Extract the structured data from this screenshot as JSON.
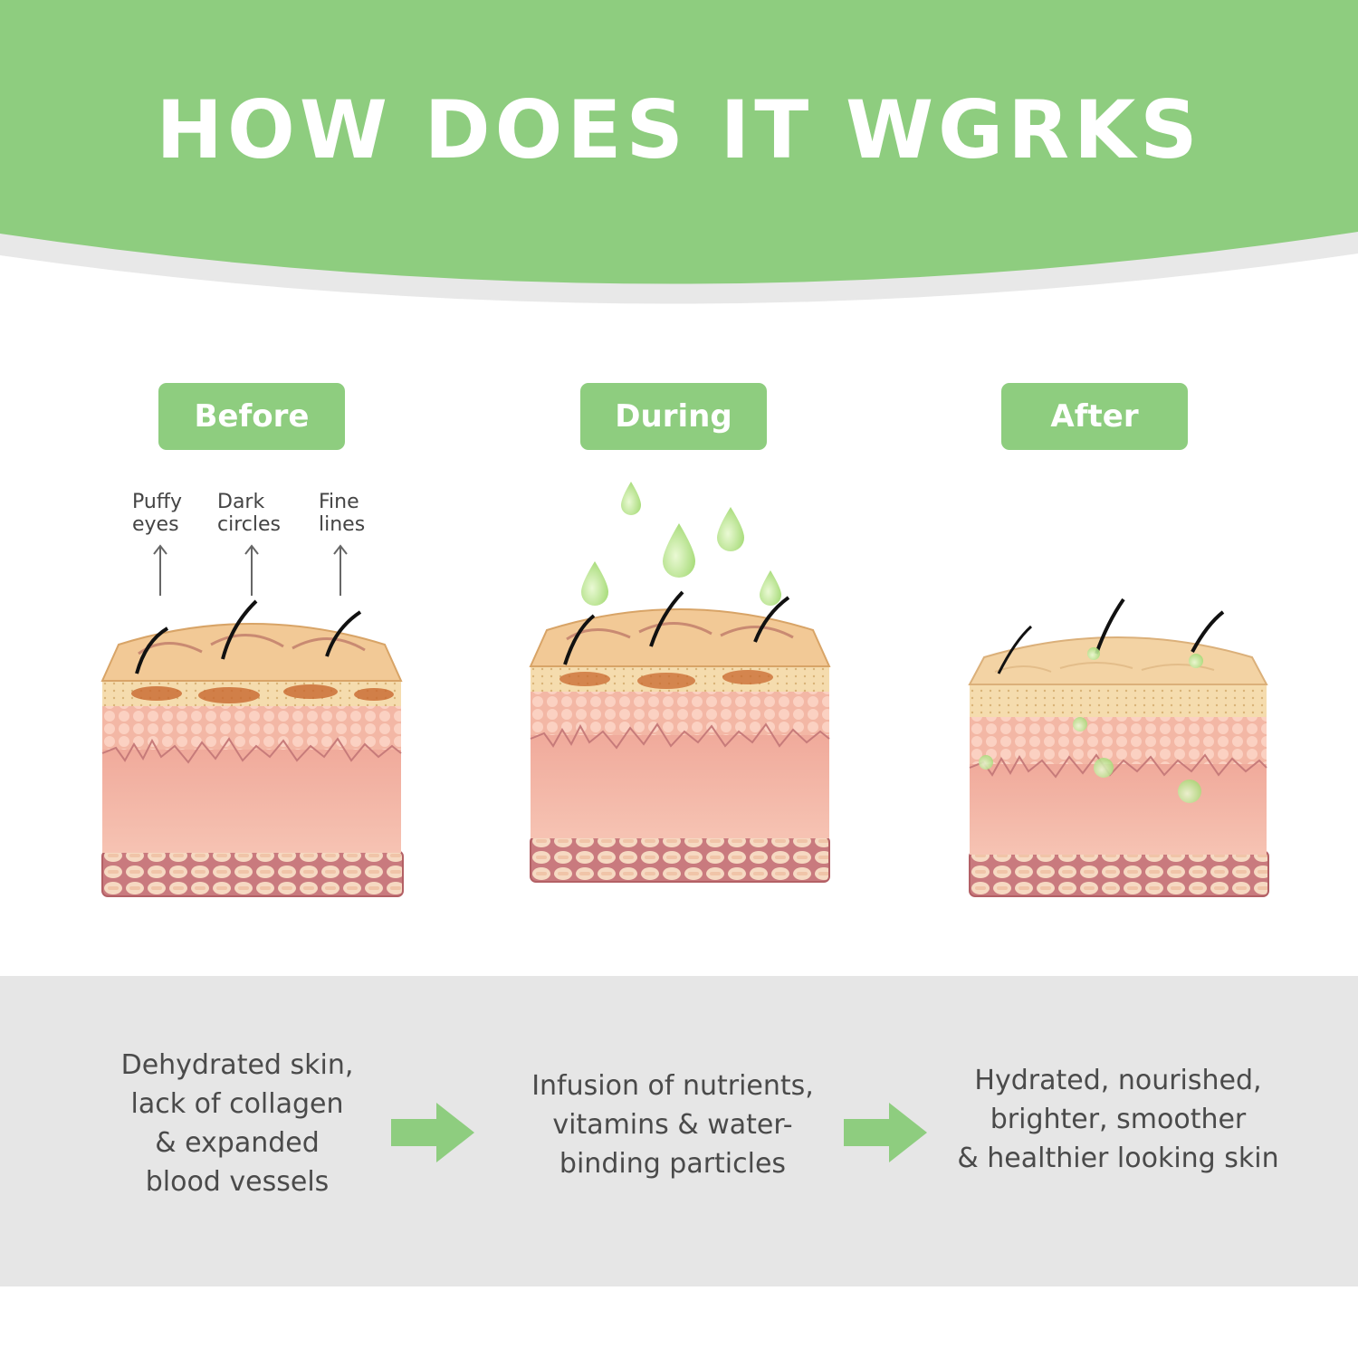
{
  "header": {
    "title": "HOW DOES IT WGRKS",
    "bg_color": "#8ecd7f"
  },
  "stages": [
    {
      "label": "Before",
      "symptoms": [
        {
          "line1": "Puffy",
          "line2": "eyes"
        },
        {
          "line1": "Dark",
          "line2": "circles"
        },
        {
          "line1": "Fine",
          "line2": "lines"
        }
      ],
      "description": [
        "Dehydrated skin,",
        "lack of collagen",
        "& expanded",
        "blood vessels"
      ]
    },
    {
      "label": "During",
      "description": [
        "Infusion of nutrients,",
        "vitamins & water-",
        "binding particles"
      ]
    },
    {
      "label": "After",
      "description": [
        "Hydrated, nourished,",
        "brighter, smoother",
        "& healthier looking skin"
      ]
    }
  ],
  "colors": {
    "accent_green": "#8ecd7f",
    "band_gray": "#e6e6e6",
    "skin_pink": "#f2b3a3",
    "droplet_green": "#b6e48f"
  }
}
